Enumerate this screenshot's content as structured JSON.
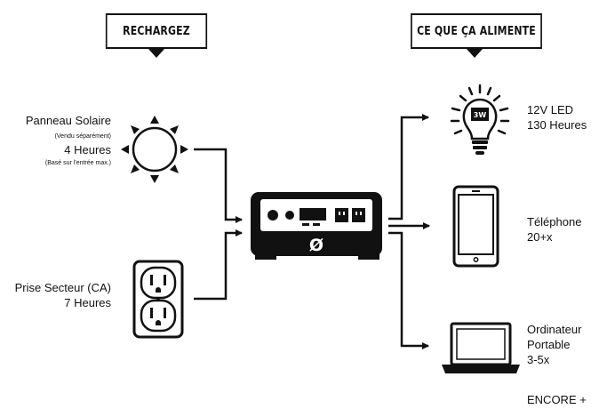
{
  "headers": {
    "recharge": "RECHARGEZ",
    "powers": "CE QUE ÇA ALIMENTE"
  },
  "sources": {
    "solar": {
      "title": "Panneau Solaire",
      "note": "(Vendu séparément)",
      "duration": "4 Heures",
      "footnote": "(Basé sur l'entrée max.)",
      "icon": "sun-icon"
    },
    "outlet": {
      "title": "Prise Secteur (CA)",
      "duration": "7 Heures",
      "icon": "wall-outlet-icon"
    }
  },
  "device": {
    "icon": "power-station-icon",
    "logo": "Ø"
  },
  "outputs": {
    "bulb": {
      "line1": "12V LED",
      "line2": "130 Heures",
      "badge": "3W",
      "icon": "light-bulb-icon"
    },
    "phone": {
      "line1": "Téléphone",
      "line2": "20+x",
      "icon": "smartphone-icon"
    },
    "laptop": {
      "line1": "Ordinateur",
      "line2": "Portable",
      "line3": "3-5x",
      "icon": "laptop-icon"
    },
    "more": "ENCORE +"
  }
}
